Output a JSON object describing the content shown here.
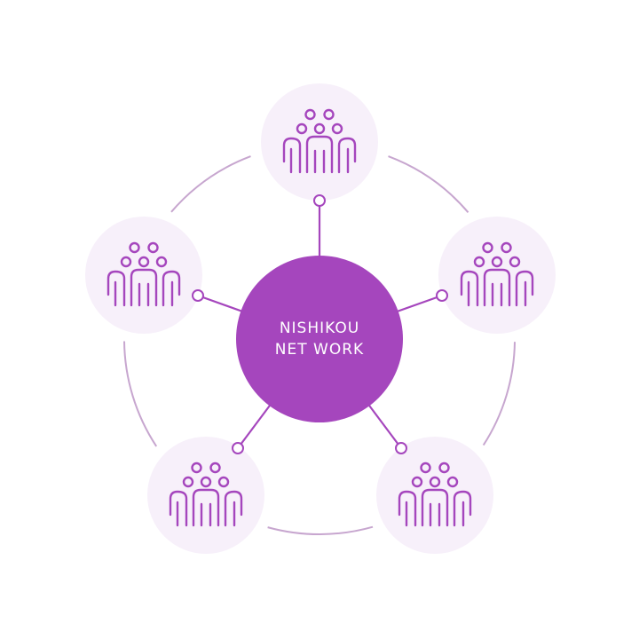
{
  "hub": {
    "line1": "NISHIKOU",
    "line2": "NET WORK"
  },
  "nodes": [
    {
      "id": "top",
      "icon": "group-people-icon"
    },
    {
      "id": "right",
      "icon": "group-people-icon"
    },
    {
      "id": "bottom-right",
      "icon": "group-people-icon"
    },
    {
      "id": "bottom-left",
      "icon": "group-people-icon"
    },
    {
      "id": "left",
      "icon": "group-people-icon"
    }
  ],
  "colors": {
    "hub": "#a546bd",
    "accent": "#a546bd",
    "node_fill": "#f7f0fa",
    "ring": "#c7a6cf"
  }
}
